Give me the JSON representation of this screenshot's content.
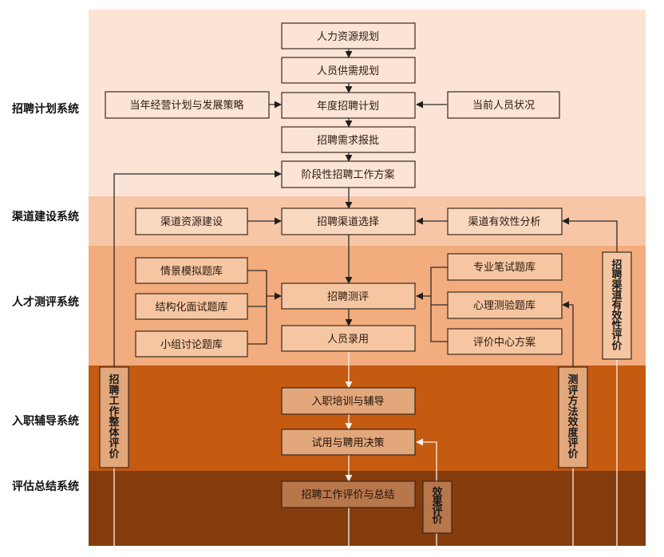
{
  "systems": {
    "planning": "招聘计划系统",
    "channel": "渠道建设系统",
    "assessment": "人才测评系统",
    "onboarding": "入职辅导系统",
    "evaluation": "评估总结系统"
  },
  "nodes": {
    "hr_planning": "人力资源规划",
    "staff_supply_demand": "人员供需规划",
    "annual_plan": "年度招聘计划",
    "business_strategy": "当年经营计划与发展策略",
    "current_staff": "当前人员状况",
    "demand_approval": "招聘需求报批",
    "phase_plan": "阶段性招聘工作方案",
    "channel_resource": "渠道资源建设",
    "channel_select": "招聘渠道选择",
    "channel_analysis": "渠道有效性分析",
    "scenario_bank": "情景模拟题库",
    "structured_bank": "结构化面试题库",
    "group_bank": "小组讨论题库",
    "assessment": "招聘测评",
    "hiring": "人员录用",
    "written_bank": "专业笔试题库",
    "psych_bank": "心理测验题库",
    "center_plan": "评价中心方案",
    "induction": "入职培训与辅导",
    "probation": "试用与聘用决策",
    "summary": "招聘工作评价与总结"
  },
  "vertical_labels": {
    "overall_eval": "招聘工作整体评价",
    "channel_eval": "招聘渠道有效性评价",
    "method_eval": "测评方法效度评价",
    "effect_eval": "效果评价"
  },
  "colors": {
    "band_planning": "#fbe4d5",
    "band_channel": "#f7c6a6",
    "band_assessment": "#f3ac7d",
    "band_onboarding": "#c55a11",
    "band_evaluation": "#843c0c"
  }
}
